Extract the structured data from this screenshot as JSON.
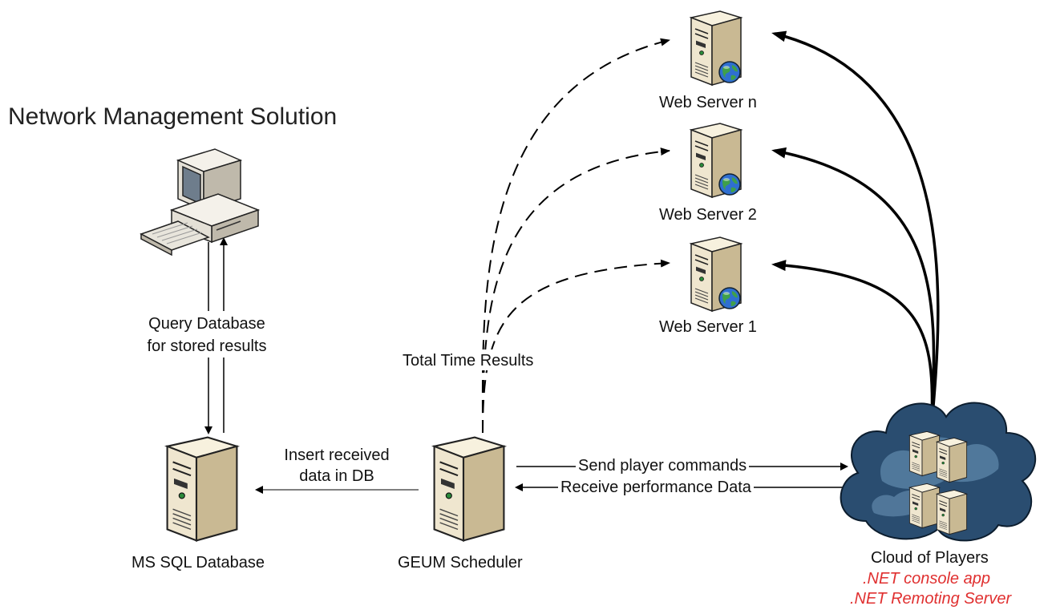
{
  "title": "Network Management Solution",
  "nodes": {
    "web_server_n": "Web Server n",
    "web_server_2": "Web Server 2",
    "web_server_1": "Web Server 1",
    "database": "MS SQL Database",
    "scheduler": "GEUM Scheduler",
    "cloud": "Cloud of Players",
    "cloud_sub_1": ".NET console app",
    "cloud_sub_2": ".NET Remoting Server"
  },
  "edges": {
    "query_line1": "Query Database",
    "query_line2": "for stored results",
    "total_time": "Total Time Results",
    "insert_line1": "Insert received",
    "insert_line2": "data in DB",
    "send_cmds": "Send player commands",
    "receive_data": "Receive performance Data"
  },
  "colors": {
    "subtitle_red": "#e03030",
    "server_body": "#efe6cf",
    "server_side": "#c9b993",
    "cloud_dark": "#2a4d70",
    "cloud_light": "#6f9cc0",
    "globe": "#2f6fd0"
  }
}
